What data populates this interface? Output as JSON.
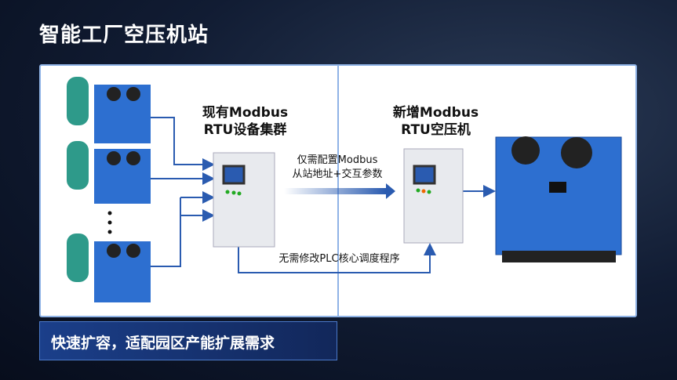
{
  "title": "智能工厂空压机站",
  "left_group": {
    "line1": "现有Modbus",
    "line2": "RTU设备集群"
  },
  "right_group": {
    "line1": "新增Modbus",
    "line2": "RTU空压机"
  },
  "config_note": {
    "line1": "仅需配置Modbus",
    "line2": "从站地址+交互参数"
  },
  "plc_note": "无需修改PLC核心调度程序",
  "banner": "快速扩容，适配园区产能扩展需求",
  "colors": {
    "accent": "#2a5bb0",
    "panel_border": "#8fb3e6",
    "compressor": "#2d6fd0",
    "tank": "#2e9a8a"
  }
}
